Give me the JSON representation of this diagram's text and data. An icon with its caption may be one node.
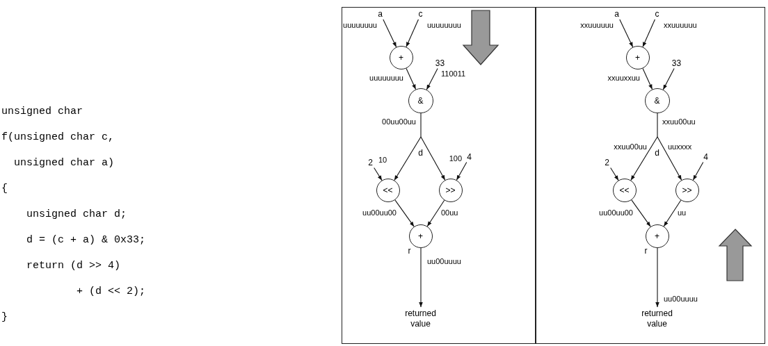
{
  "diagram": {
    "nodes": [
      {
        "text": [],
        "shape": "box"
      },
      {
        "text": [
          "a"
        ],
        "in": 0
      },
      {
        "text": [
          "c"
        ],
        "in": 0
      },
      {
        "text": [
          "+"
        ],
        "in": 0
      },
      {
        "text": [
          "33"
        ],
        "in": 0
      },
      {
        "text": [
          "&"
        ],
        "in": 0
      },
      {
        "text": [
          "d"
        ],
        "in": 0
      },
      {
        "text": [
          "2"
        ],
        "in": 0
      },
      {
        "text": [
          "4"
        ],
        "in": 0
      },
      {
        "text": [
          "<<"
        ],
        "in": 0
      },
      {
        "text": [
          ">>"
        ],
        "in": 0
      },
      {
        "text": [
          "+"
        ],
        "in": 0,
        "beside": [
          "r"
        ]
      },
      {
        "text": [
          "returned value"
        ],
        "in": 0
      },
      {
        "text": [],
        "shape": "box"
      },
      {
        "text": [
          "a"
        ],
        "in": 13
      },
      {
        "text": [
          "c"
        ],
        "in": 13
      },
      {
        "text": [
          "+"
        ],
        "in": 13
      },
      {
        "text": [
          "33"
        ],
        "in": 13
      },
      {
        "text": [
          "&"
        ],
        "in": 13
      },
      {
        "text": [
          "d"
        ],
        "in": 13
      },
      {
        "text": [
          "2"
        ],
        "in": 13
      },
      {
        "text": [
          "4"
        ],
        "in": 13
      },
      {
        "text": [
          "<<"
        ],
        "in": 13
      },
      {
        "text": [
          ">>"
        ],
        "in": 13
      },
      {
        "text": [
          "+"
        ],
        "in": 13,
        "beside": [
          "r"
        ]
      },
      {
        "text": [
          "returned value"
        ],
        "in": 13
      }
    ],
    "edges": [
      {
        "from": 1,
        "to": 3,
        "arrow": "to",
        "label": "uuuuuuuu"
      },
      {
        "from": 2,
        "to": 3,
        "arrow": "to",
        "label": "uuuuuuuu"
      },
      {
        "from": 3,
        "to": 5,
        "arrow": "to",
        "label": "uuuuuuuu"
      },
      {
        "from": 4,
        "to": 5,
        "arrow": "to",
        "label": "110011"
      },
      {
        "from": 5,
        "to": 6,
        "arrow": "none",
        "label": "00uu00uu"
      },
      {
        "from": 6,
        "to": 9,
        "arrow": "to"
      },
      {
        "from": 6,
        "to": 10,
        "arrow": "to"
      },
      {
        "from": 7,
        "to": 9,
        "arrow": "to",
        "label": "10"
      },
      {
        "from": 8,
        "to": 10,
        "arrow": "to",
        "label": "100"
      },
      {
        "from": 9,
        "to": 11,
        "arrow": "to",
        "label": "uu00uu00"
      },
      {
        "from": 10,
        "to": 11,
        "arrow": "to",
        "label": "00uu"
      },
      {
        "from": 11,
        "to": 12,
        "arrow": "to",
        "label": "uu00uuuu"
      },
      {
        "from": 14,
        "to": 16,
        "arrow": "to",
        "label": "xxuuuuuu"
      },
      {
        "from": 15,
        "to": 16,
        "arrow": "to",
        "label": "xxuuuuuu"
      },
      {
        "from": 16,
        "to": 18,
        "arrow": "to",
        "label": "xxuuxxuu"
      },
      {
        "from": 17,
        "to": 18,
        "arrow": "to"
      },
      {
        "from": 18,
        "to": 19,
        "arrow": "none",
        "label": "xxuu00uu"
      },
      {
        "from": 19,
        "to": 22,
        "arrow": "to",
        "label": "xxuu00uu"
      },
      {
        "from": 19,
        "to": 23,
        "arrow": "to",
        "label": "uuxxxx"
      },
      {
        "from": 20,
        "to": 22,
        "arrow": "to"
      },
      {
        "from": 21,
        "to": 23,
        "arrow": "to"
      },
      {
        "from": 22,
        "to": 24,
        "arrow": "to",
        "label": "uu00uu00"
      },
      {
        "from": 23,
        "to": 24,
        "arrow": "to",
        "label": "uu"
      },
      {
        "from": 24,
        "to": 25,
        "arrow": "to",
        "label": "uu00uuuu"
      }
    ],
    "labels": [
      "unsigned char",
      "f(unsigned char c,",
      "  unsigned char a)",
      "{",
      "    unsigned char d;",
      "    d = (c + a) & 0x33;",
      "    return (d >> 4)",
      "            + (d << 2);",
      "}"
    ]
  }
}
